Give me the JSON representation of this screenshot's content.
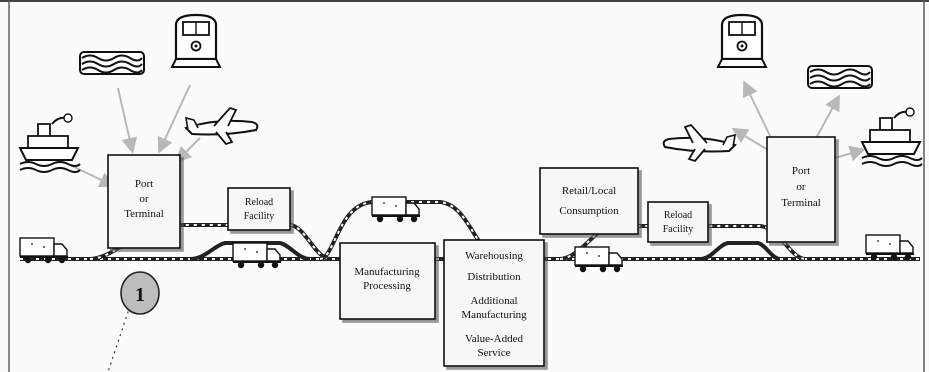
{
  "diagram": {
    "boxes": {
      "port_left": [
        "Port",
        "or",
        "Terminal"
      ],
      "reload_left": [
        "Reload",
        "Facility"
      ],
      "manufacturing": [
        "Manufacturing",
        "Processing"
      ],
      "warehousing": [
        "Warehousing",
        "Distribution",
        "Additional",
        "Manufacturing",
        "Value-Added",
        "Service"
      ],
      "retail": [
        "Retail/Local",
        "Consumption"
      ],
      "reload_right": [
        "Reload",
        "Facility"
      ],
      "port_right": [
        "Port",
        "or",
        "Terminal"
      ]
    },
    "marker": "1",
    "icons": [
      "ship-icon",
      "barge-icon",
      "train-icon",
      "airplane-icon",
      "truck-icon"
    ]
  }
}
